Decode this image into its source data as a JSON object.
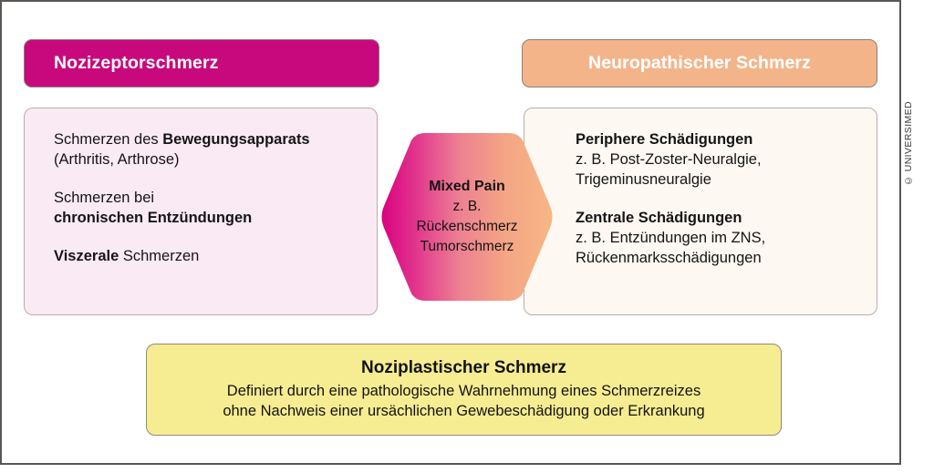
{
  "figure": {
    "copyright": "© UNIVERSIMED"
  },
  "left": {
    "header_label": "Nozizeptorschmerz",
    "header_color": "#c8097d",
    "panel_color": "#faeaf3",
    "items": [
      {
        "bold_lead": "Schmerzen des ",
        "bold": "Bewegungsapparats",
        "line2": "(Arthritis, Arthrose)"
      },
      {
        "bold_lead": "Schmerzen bei",
        "bold": "chronischen Entzündungen",
        "line2": ""
      },
      {
        "bold_lead": "",
        "bold": "Viszerale",
        "line2": " Schmerzen"
      }
    ],
    "item1_lead": "Schmerzen des ",
    "item1_bold": "Bewegungsapparats",
    "item1_sub": "(Arthritis, Arthrose)",
    "item2_lead": "Schmerzen bei",
    "item2_bold": "chronischen Entzündungen",
    "item3_bold": "Viszerale",
    "item3_tail": " Schmerzen"
  },
  "right": {
    "header_label": "Neuropathischer Schmerz",
    "header_color": "#f4b489",
    "panel_color": "#fdf8f2",
    "item1_bold": "Periphere Schädigungen",
    "item1_line1": "z. B. Post-Zoster-Neuralgie,",
    "item1_line2": "Trigeminusneuralgie",
    "item2_bold": "Zentrale Schädigungen",
    "item2_line1": "z. B. Entzündungen im ZNS,",
    "item2_line2": "Rückenmarksschädigungen"
  },
  "center": {
    "title": "Mixed Pain",
    "line2": "z. B.",
    "line3": "Rückenschmerz",
    "line4": "Tumorschmerz",
    "gradient_from": "#d9027f",
    "gradient_to": "#f6b183"
  },
  "bottom": {
    "title": "Noziplastischer Schmerz",
    "line1": "Definiert durch eine pathologische Wahrnehmung eines Schmerzreizes",
    "line2": "ohne Nachweis einer ursächlichen Gewebeschädigung oder Erkrankung",
    "color": "#f6ec92"
  }
}
